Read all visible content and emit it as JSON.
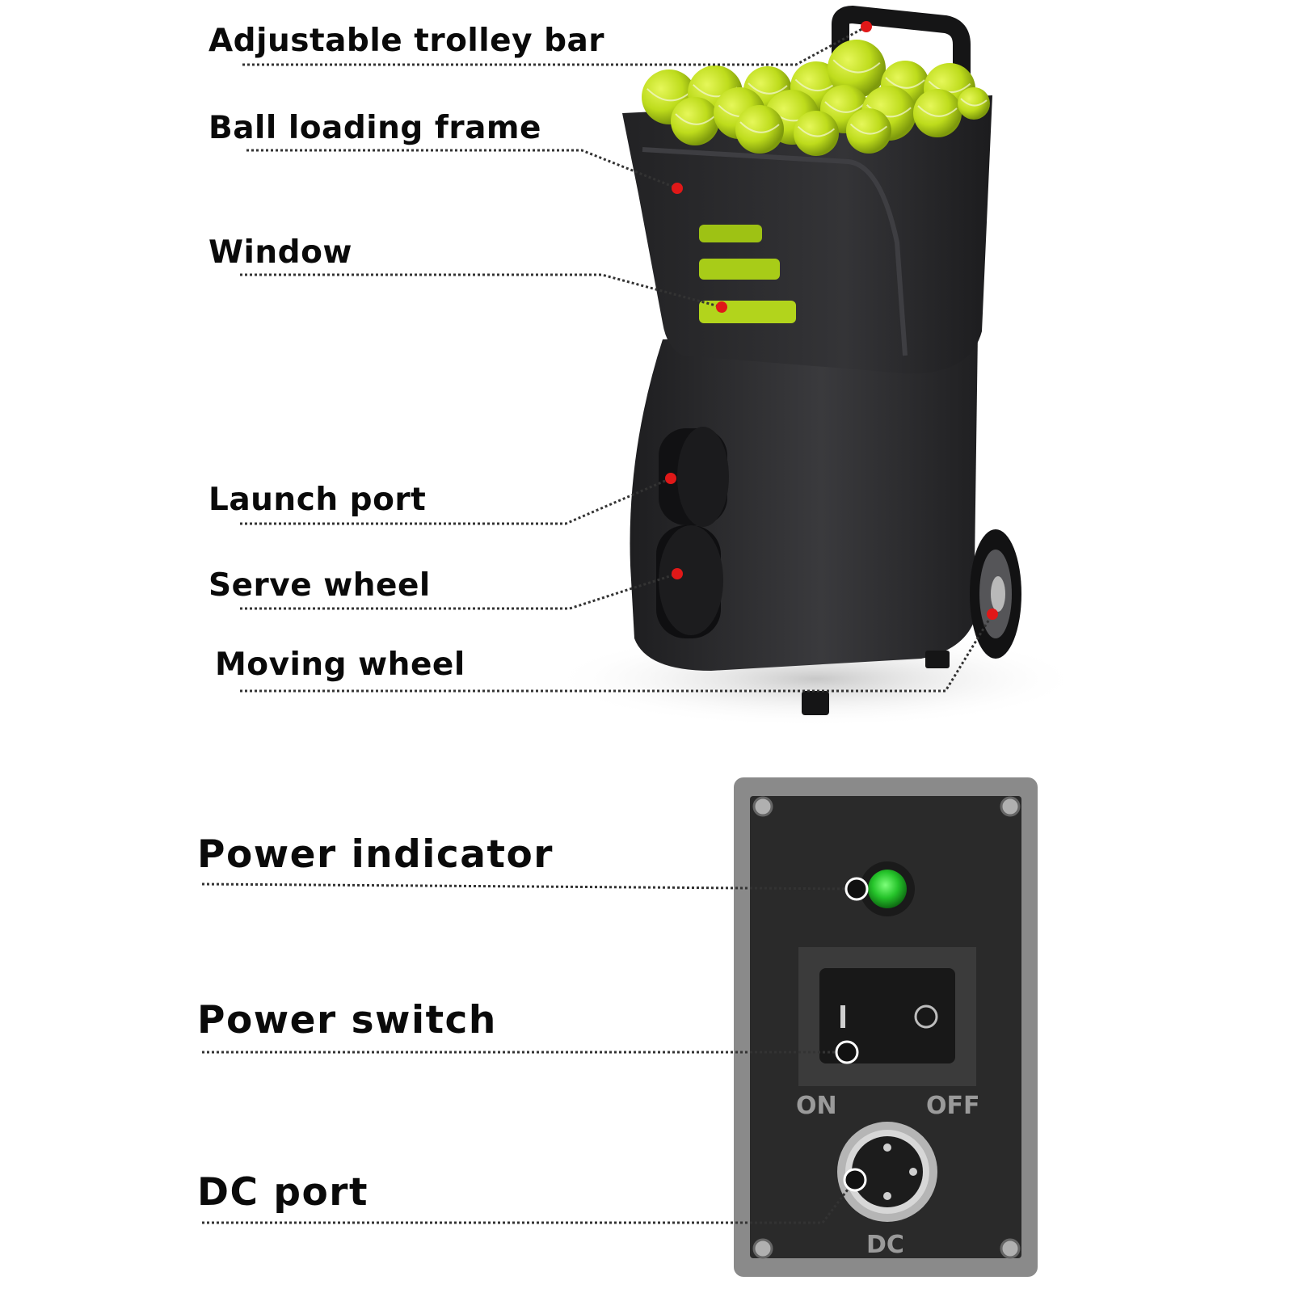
{
  "machine_callouts": [
    {
      "id": "trolley-bar",
      "label": "Adjustable trolley bar"
    },
    {
      "id": "ball-loading-frame",
      "label": "Ball loading frame"
    },
    {
      "id": "window",
      "label": "Window"
    },
    {
      "id": "launch-port",
      "label": "Launch port"
    },
    {
      "id": "serve-wheel",
      "label": "Serve wheel"
    },
    {
      "id": "moving-wheel",
      "label": "Moving wheel"
    }
  ],
  "panel_callouts": [
    {
      "id": "power-indicator",
      "label": "Power indicator"
    },
    {
      "id": "power-switch",
      "label": "Power switch"
    },
    {
      "id": "dc-port",
      "label": "DC port"
    }
  ],
  "panel": {
    "switch_on_label": "ON",
    "switch_off_label": "OFF",
    "switch_on_symbol": "I",
    "switch_off_symbol": "O",
    "port_label": "DC"
  },
  "colors": {
    "machine_body": "#2a2a2c",
    "tennis_ball": "#c8e61e",
    "marker_dot": "#e01818",
    "indicator_light": "#2ecc40",
    "panel_frame": "#8c8c8c",
    "panel_face": "#2b2b2b"
  }
}
